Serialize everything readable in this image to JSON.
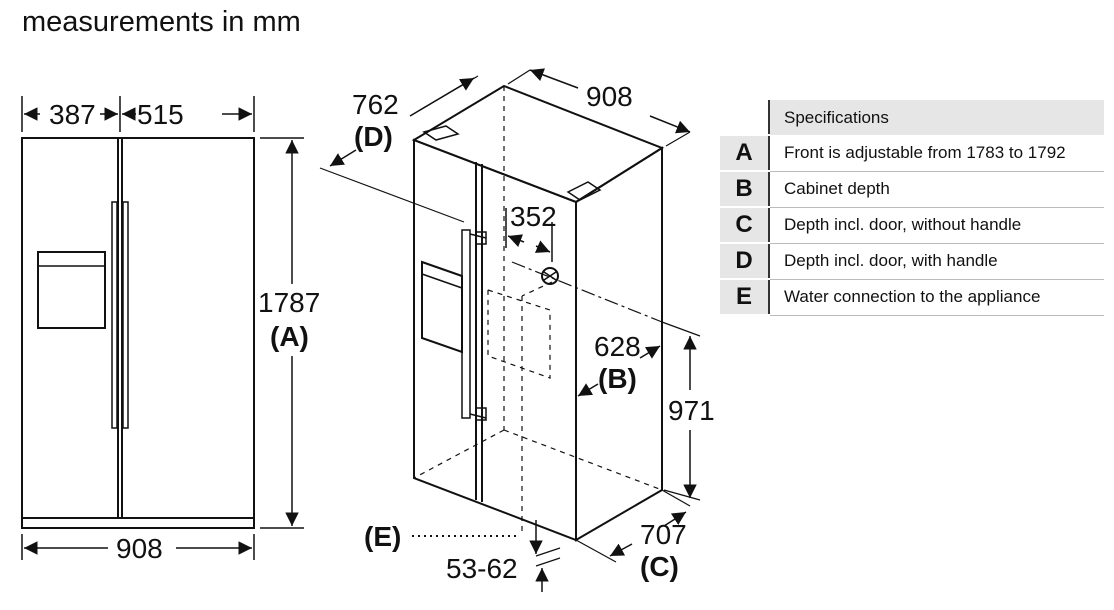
{
  "title": "measurements in mm",
  "front_view": {
    "width_left": "387",
    "width_right": "515",
    "total_width": "908",
    "height": "1787",
    "height_label": "(A)"
  },
  "perspective_view": {
    "depth_with_handle": "762",
    "depth_with_handle_label": "(D)",
    "width_top": "908",
    "water_offset": "352",
    "cabinet_depth": "628",
    "cabinet_depth_label": "(B)",
    "water_height": "971",
    "depth_without_handle": "707",
    "depth_without_handle_label": "(C)",
    "water_label": "(E)",
    "foot_gap": "53-62"
  },
  "specifications": {
    "header": "Specifications",
    "rows": [
      {
        "key": "A",
        "text": "Front is adjustable from 1783 to 1792"
      },
      {
        "key": "B",
        "text": "Cabinet depth"
      },
      {
        "key": "C",
        "text": "Depth incl. door, without handle"
      },
      {
        "key": "D",
        "text": "Depth incl. door, with handle"
      },
      {
        "key": "E",
        "text": "Water connection to the appliance"
      }
    ]
  }
}
